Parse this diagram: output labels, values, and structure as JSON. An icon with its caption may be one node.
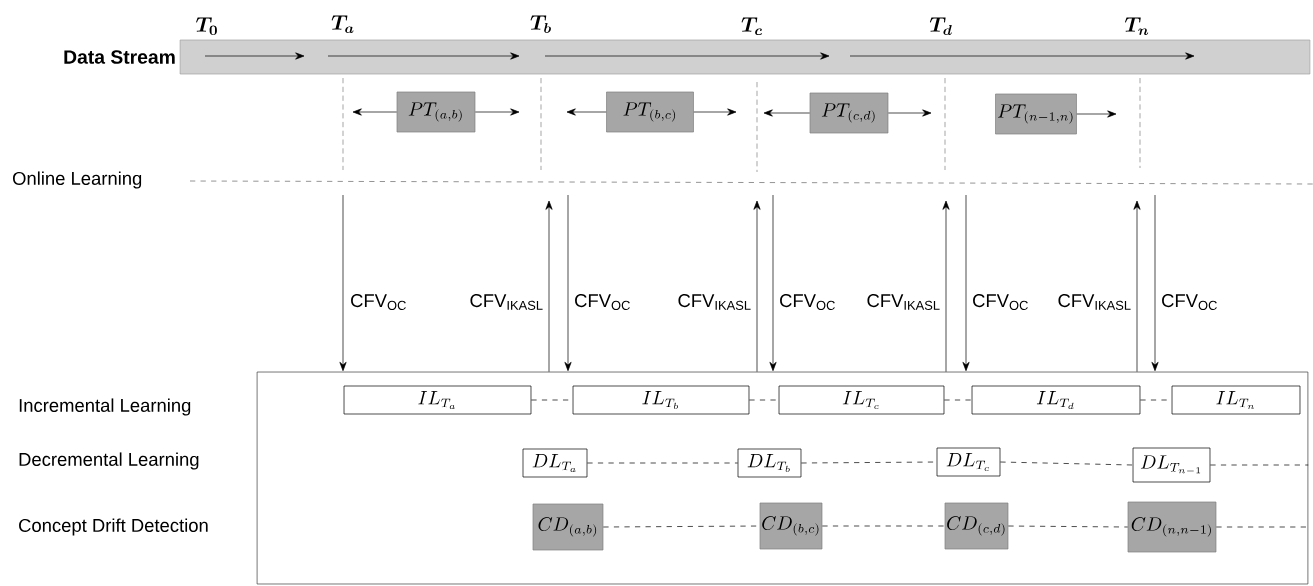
{
  "diagram": {
    "nodes": [
      {
        "text": [
          "Data Stream"
        ]
      },
      {
        "text": [
          "PT_{(a,b)}"
        ]
      },
      {
        "text": [
          "PT_{(b,c)}"
        ]
      },
      {
        "text": [
          "PT_{(c,d)}"
        ]
      },
      {
        "text": [
          "PT_{(n-1,n)}"
        ]
      },
      {
        "text": [],
        "shape": "box"
      },
      {
        "text": [
          "IL_{T_a}"
        ],
        "in": 5
      },
      {
        "text": [
          "IL_{T_b}"
        ],
        "in": 5
      },
      {
        "text": [
          "IL_{T_c}"
        ],
        "in": 5
      },
      {
        "text": [
          "IL_{T_d}"
        ],
        "in": 5
      },
      {
        "text": [
          "IL_{T_n}"
        ],
        "in": 5
      },
      {
        "text": [
          "DL_{T_a}"
        ],
        "in": 5
      },
      {
        "text": [
          "DL_{T_b}"
        ],
        "in": 5
      },
      {
        "text": [
          "DL_{T_c}"
        ],
        "in": 5
      },
      {
        "text": [
          "DL_{T_{n-1}}"
        ],
        "in": 5
      },
      {
        "text": [
          "CD_{(a,b)}"
        ],
        "in": 5
      },
      {
        "text": [
          "CD_{(b,c)}"
        ],
        "in": 5
      },
      {
        "text": [
          "CD_{(c,d)}"
        ],
        "in": 5
      },
      {
        "text": [
          "CD_{(n,n-1)}"
        ],
        "in": 5
      }
    ],
    "edges": [
      {
        "from": null,
        "to": 5,
        "arrow": "to",
        "label": "CFV$_{OC}$"
      },
      {
        "from": 5,
        "to": null,
        "arrow": "to",
        "label": "CFV$_{IKASL}$"
      },
      {
        "from": null,
        "to": 5,
        "arrow": "to",
        "label": "CFV$_{OC}$"
      },
      {
        "from": 5,
        "to": null,
        "arrow": "to",
        "label": "CFV$_{IKASL}$"
      },
      {
        "from": null,
        "to": 5,
        "arrow": "to",
        "label": "CFV$_{OC}$"
      },
      {
        "from": 5,
        "to": null,
        "arrow": "to",
        "label": "CFV$_{IKASL}$"
      },
      {
        "from": null,
        "to": 5,
        "arrow": "to",
        "label": "CFV$_{OC}$"
      },
      {
        "from": 5,
        "to": null,
        "arrow": "to",
        "label": "CFV$_{IKASL}$"
      },
      {
        "from": null,
        "to": 5,
        "arrow": "to",
        "label": "CFV$_{OC}$"
      },
      {
        "from": 6,
        "to": 7,
        "arrow": "none",
        "style": "dashed"
      },
      {
        "from": 7,
        "to": 8,
        "arrow": "none",
        "style": "dashed"
      },
      {
        "from": 8,
        "to": 9,
        "arrow": "none",
        "style": "dashed"
      },
      {
        "from": 9,
        "to": 10,
        "arrow": "none",
        "style": "dashed"
      },
      {
        "from": 11,
        "to": 12,
        "arrow": "none",
        "style": "dashed"
      },
      {
        "from": 12,
        "to": 13,
        "arrow": "none",
        "style": "dashed"
      },
      {
        "from": 13,
        "to": 14,
        "arrow": "none",
        "style": "dashed"
      },
      {
        "from": 14,
        "to": null,
        "arrow": "none",
        "style": "dashed"
      },
      {
        "from": 15,
        "to": 16,
        "arrow": "none",
        "style": "dashed"
      },
      {
        "from": 16,
        "to": 17,
        "arrow": "none",
        "style": "dashed"
      },
      {
        "from": 17,
        "to": 18,
        "arrow": "none",
        "style": "dashed"
      },
      {
        "from": 18,
        "to": null,
        "arrow": "none",
        "style": "dashed"
      },
      {
        "from": 1,
        "to": null,
        "arrow": "to"
      },
      {
        "from": 1,
        "to": null,
        "arrow": "to"
      },
      {
        "from": 2,
        "to": null,
        "arrow": "to"
      },
      {
        "from": 2,
        "to": null,
        "arrow": "to"
      },
      {
        "from": 3,
        "to": null,
        "arrow": "to"
      },
      {
        "from": 3,
        "to": null,
        "arrow": "to"
      },
      {
        "from": 4,
        "to": null,
        "arrow": "to"
      }
    ],
    "labels": [
      "T_0",
      "T_a",
      "T_b",
      "T_c",
      "T_d",
      "T_n",
      "Online Learning",
      "Incremental Learning",
      "Decremental Learning",
      "Concept Drift Detection"
    ]
  }
}
